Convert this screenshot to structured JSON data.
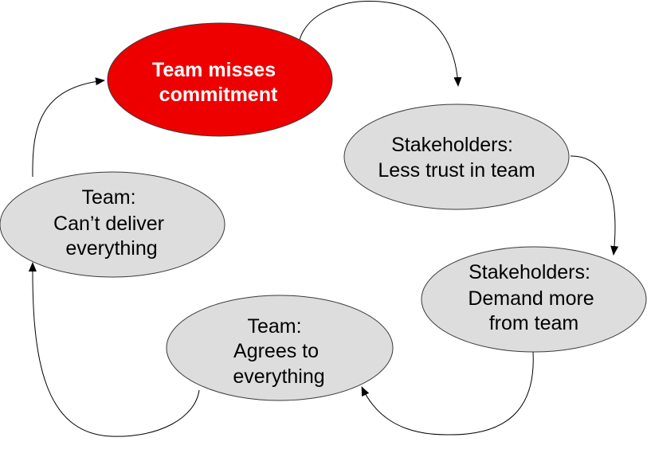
{
  "colors": {
    "highlight_fill": "#ee0000",
    "highlight_text": "#ffffff",
    "node_fill": "#dddddd",
    "node_stroke": "#3a3a3a",
    "text": "#000000",
    "edge": "#000000"
  },
  "nodes": [
    {
      "id": "team-misses",
      "lines": [
        "Team misses",
        "commitment"
      ],
      "highlight": true
    },
    {
      "id": "stakeholders-less-trust",
      "lines": [
        "Stakeholders:",
        "Less trust in team"
      ],
      "highlight": false
    },
    {
      "id": "stakeholders-demand",
      "lines": [
        "Stakeholders:",
        "Demand more",
        "from team"
      ],
      "highlight": false
    },
    {
      "id": "team-agrees",
      "lines": [
        "Team:",
        "Agrees to",
        "everything"
      ],
      "highlight": false
    },
    {
      "id": "team-cant-deliver",
      "lines": [
        "Team:",
        "Can’t deliver",
        "everything"
      ],
      "highlight": false
    }
  ],
  "edges": [
    {
      "from": "team-misses",
      "to": "stakeholders-less-trust"
    },
    {
      "from": "stakeholders-less-trust",
      "to": "stakeholders-demand"
    },
    {
      "from": "stakeholders-demand",
      "to": "team-agrees"
    },
    {
      "from": "team-agrees",
      "to": "team-cant-deliver"
    },
    {
      "from": "team-cant-deliver",
      "to": "team-misses"
    }
  ]
}
